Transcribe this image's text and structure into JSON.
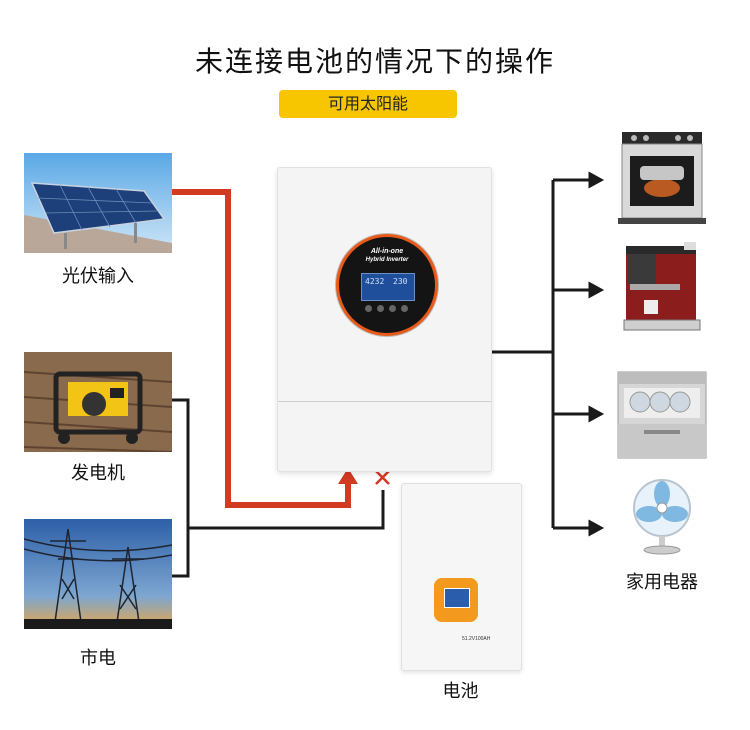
{
  "title": "未连接电池的情况下的操作",
  "badge": "可用太阳能",
  "sources": {
    "solar": "光伏输入",
    "generator": "发电机",
    "grid": "市电"
  },
  "inverter": {
    "brand_line1": "All-in-one",
    "brand_line2": "Hybrid Inverter",
    "lcd_left": "4232",
    "lcd_right": "230"
  },
  "battery": {
    "label": "电池",
    "spec": "51.2V100AH"
  },
  "loads_label": "家用电器",
  "colors": {
    "solar_line": "#d23a22",
    "ac_line": "#1a1a1a",
    "badge": "#f7c600",
    "battery_badge": "#f39a1e"
  }
}
